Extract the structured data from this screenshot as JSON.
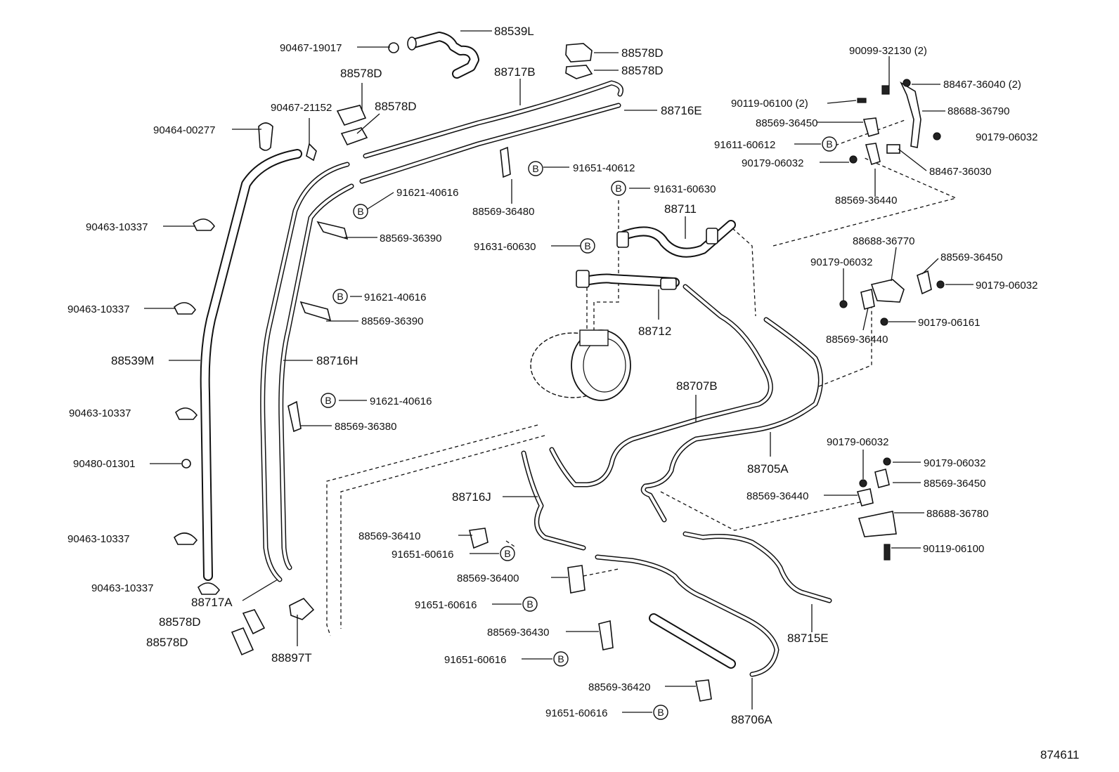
{
  "b_symbol": "B",
  "diagram_id": "874611",
  "labels": {
    "p88539L": "88539L",
    "p90467_19017": "90467-19017",
    "p88578D_a": "88578D",
    "p88578D_b": "88578D",
    "p88578D_c": "88578D",
    "p88578D_d": "88578D",
    "p88578D_e": "88578D",
    "p88578D_f": "88578D",
    "p88717B": "88717B",
    "p90467_21152": "90467-21152",
    "p88716E": "88716E",
    "p90464_00277": "90464-00277",
    "p91651_40612": "91651-40612",
    "p88569_36480": "88569-36480",
    "p91621_40616_a": "91621-40616",
    "p88569_36390_a": "88569-36390",
    "p91631_60630_a": "91631-60630",
    "p88711": "88711",
    "p91631_60630_b": "91631-60630",
    "p90463_10337_a": "90463-10337",
    "p90463_10337_b": "90463-10337",
    "p90463_10337_c": "90463-10337",
    "p90463_10337_d": "90463-10337",
    "p90463_10337_e": "90463-10337",
    "p91621_40616_b": "91621-40616",
    "p88569_36390_b": "88569-36390",
    "p88712": "88712",
    "p88539M": "88539M",
    "p88716H": "88716H",
    "p88707B": "88707B",
    "p91621_40616_c": "91621-40616",
    "p88569_36380": "88569-36380",
    "p90480_01301": "90480-01301",
    "p88705A": "88705A",
    "p88716J": "88716J",
    "p88569_36410": "88569-36410",
    "p91651_60616_a": "91651-60616",
    "p88569_36400": "88569-36400",
    "p91651_60616_b": "91651-60616",
    "p88717A": "88717A",
    "p88897T": "88897T",
    "p88569_36430": "88569-36430",
    "p91651_60616_c": "91651-60616",
    "p88569_36420": "88569-36420",
    "p91651_60616_d": "91651-60616",
    "p88706A": "88706A",
    "p88715E": "88715E",
    "p90099_32130": "90099-32130 (2)",
    "p90119_06100_2": "90119-06100 (2)",
    "p88467_36040": "88467-36040 (2)",
    "p88688_36790": "88688-36790",
    "p88569_36450_a": "88569-36450",
    "p91611_60612": "91611-60612",
    "p90179_06032_a": "90179-06032",
    "p90179_06032_b": "90179-06032",
    "p88467_36030": "88467-36030",
    "p88569_36440_a": "88569-36440",
    "p88688_36770": "88688-36770",
    "p90179_06032_c": "90179-06032",
    "p88569_36450_b": "88569-36450",
    "p90179_06032_d": "90179-06032",
    "p90179_06161": "90179-06161",
    "p88569_36440_b": "88569-36440",
    "p90179_06032_e": "90179-06032",
    "p90179_06032_f": "90179-06032",
    "p88569_36450_c": "88569-36450",
    "p88569_36440_c": "88569-36440",
    "p88688_36780": "88688-36780",
    "p90119_06100": "90119-06100"
  }
}
